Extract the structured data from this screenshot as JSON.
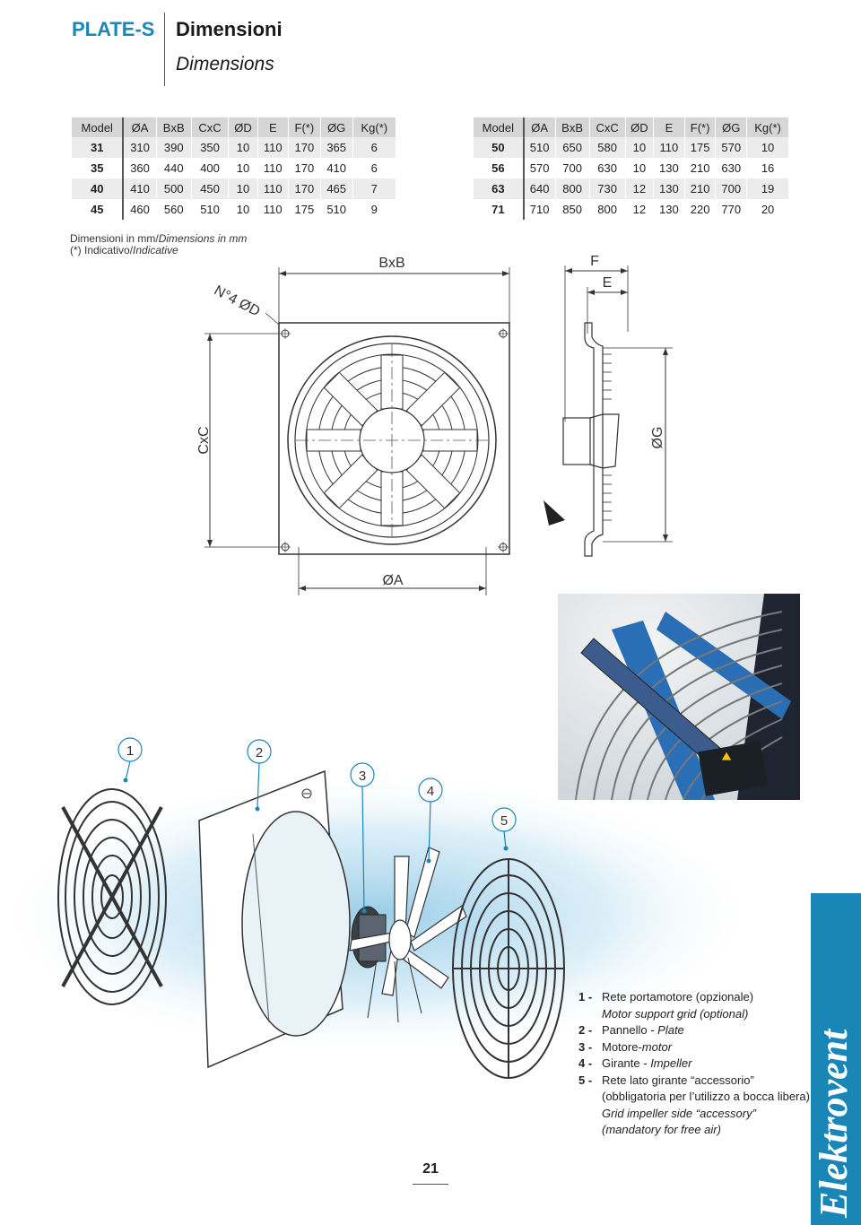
{
  "header": {
    "brand": "PLATE-S",
    "title_it": "Dimensioni",
    "title_en": "Dimensions"
  },
  "table_headers": [
    "Model",
    "ØA",
    "BxB",
    "CxC",
    "ØD",
    "E",
    "F(*)",
    "ØG",
    "Kg(*)"
  ],
  "table_left": [
    [
      "31",
      "310",
      "390",
      "350",
      "10",
      "110",
      "170",
      "365",
      "6"
    ],
    [
      "35",
      "360",
      "440",
      "400",
      "10",
      "110",
      "170",
      "410",
      "6"
    ],
    [
      "40",
      "410",
      "500",
      "450",
      "10",
      "110",
      "170",
      "465",
      "7"
    ],
    [
      "45",
      "460",
      "560",
      "510",
      "10",
      "110",
      "175",
      "510",
      "9"
    ]
  ],
  "table_right": [
    [
      "50",
      "510",
      "650",
      "580",
      "10",
      "110",
      "175",
      "570",
      "10"
    ],
    [
      "56",
      "570",
      "700",
      "630",
      "10",
      "130",
      "210",
      "630",
      "16"
    ],
    [
      "63",
      "640",
      "800",
      "730",
      "12",
      "130",
      "210",
      "700",
      "19"
    ],
    [
      "71",
      "710",
      "850",
      "800",
      "12",
      "130",
      "220",
      "770",
      "20"
    ]
  ],
  "notes": {
    "line1_a": "Dimensioni in mm/",
    "line1_b": "Dimensions in mm",
    "line2_a": "(*) Indicativo/",
    "line2_b": "Indicative"
  },
  "drawing_labels": {
    "bxb": "BxB",
    "holes": "N°4 ØD",
    "cxc": "CxC",
    "oa": "ØA",
    "f": "F",
    "e": "E",
    "og": "ØG"
  },
  "parts_numbers": [
    "1",
    "2",
    "3",
    "4",
    "5"
  ],
  "legend": [
    {
      "n": "1 -",
      "it": "Rete portamotore (opzionale)",
      "en": "Motor support grid (optional)"
    },
    {
      "n": "2 -",
      "it": "Pannello - ",
      "en": "Plate"
    },
    {
      "n": "3 -",
      "it": "Motore-",
      "en": "motor"
    },
    {
      "n": "4 -",
      "it": "Girante - ",
      "en": "Impeller"
    },
    {
      "n": "5 -",
      "it": "Rete lato girante “accessorio”",
      "it2": "(obbligatoria per l’utilizzo a bocca libera)",
      "en": "Grid impeller side “accessory”",
      "en2": "(mandatory for free air)"
    }
  ],
  "page_number": "21",
  "side_brand": "Elektrovent",
  "colors": {
    "accent": "#1a86b8",
    "table_header": "#d6d6d6",
    "table_row": "#ececec",
    "photo_blade": "#2a6fb5"
  }
}
